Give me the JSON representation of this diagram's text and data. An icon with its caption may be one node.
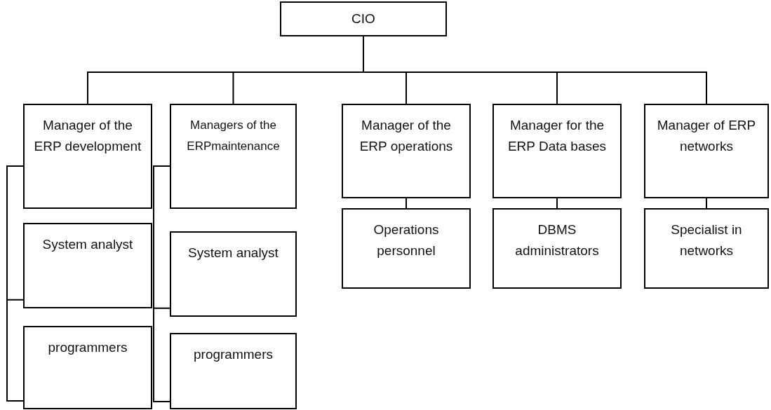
{
  "diagram": {
    "nodes": [
      {
        "text": [
          "CIO"
        ]
      },
      {
        "text": [
          "Manager of the ERP development"
        ]
      },
      {
        "text": [
          "Managers of the ERPmaintenance"
        ]
      },
      {
        "text": [
          "Manager of the ERP operations"
        ]
      },
      {
        "text": [
          "Manager for the ERP Data bases"
        ]
      },
      {
        "text": [
          "Manager of ERP networks"
        ]
      },
      {
        "text": [
          "System analyst"
        ]
      },
      {
        "text": [
          "System analyst"
        ]
      },
      {
        "text": [
          "Operations personnel"
        ]
      },
      {
        "text": [
          "DBMS administrators"
        ]
      },
      {
        "text": [
          "Specialist in networks"
        ]
      },
      {
        "text": [
          "programmers"
        ]
      },
      {
        "text": [
          "programmers"
        ]
      }
    ],
    "edges": [
      {
        "from": 0,
        "to": 1,
        "arrow": "none"
      },
      {
        "from": 0,
        "to": 2,
        "arrow": "none"
      },
      {
        "from": 0,
        "to": 3,
        "arrow": "none"
      },
      {
        "from": 0,
        "to": 4,
        "arrow": "none"
      },
      {
        "from": 0,
        "to": 5,
        "arrow": "none"
      },
      {
        "from": 1,
        "to": 6,
        "arrow": "none"
      },
      {
        "from": 1,
        "to": 11,
        "arrow": "none"
      },
      {
        "from": 2,
        "to": 7,
        "arrow": "none"
      },
      {
        "from": 2,
        "to": 12,
        "arrow": "none"
      },
      {
        "from": 3,
        "to": 8,
        "arrow": "none"
      },
      {
        "from": 4,
        "to": 9,
        "arrow": "none"
      },
      {
        "from": 5,
        "to": 10,
        "arrow": "none"
      }
    ]
  }
}
